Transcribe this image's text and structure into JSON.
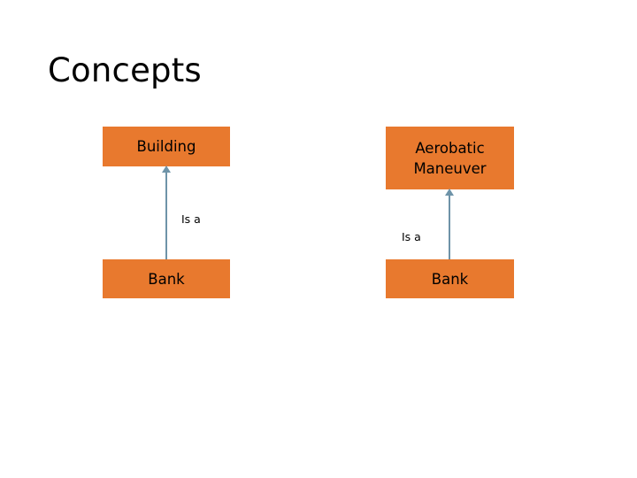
{
  "slide": {
    "title": "Concepts",
    "background_color": "#FFFFFF"
  },
  "theme": {
    "box_fill": "#E8792E",
    "box_text": "#000000",
    "connector_color": "#6E93A8",
    "title_color": "#000000"
  },
  "diagram": {
    "groups": [
      {
        "id": "building-group",
        "parent_label": "Building",
        "edge_label": "Is a",
        "child_label": "Bank"
      },
      {
        "id": "aerobatic-group",
        "parent_label": "Aerobatic Maneuver",
        "parent_label_line1": "Aerobatic",
        "parent_label_line2": "Maneuver",
        "edge_label": "Is a",
        "child_label": "Bank"
      }
    ],
    "connectors": [
      {
        "id": "connector-left",
        "from": "Bank",
        "to": "Building",
        "direction": "up",
        "arrowhead": "triangle"
      },
      {
        "id": "connector-right",
        "from": "Bank",
        "to": "Aerobatic Maneuver",
        "direction": "up",
        "arrowhead": "triangle"
      }
    ]
  }
}
